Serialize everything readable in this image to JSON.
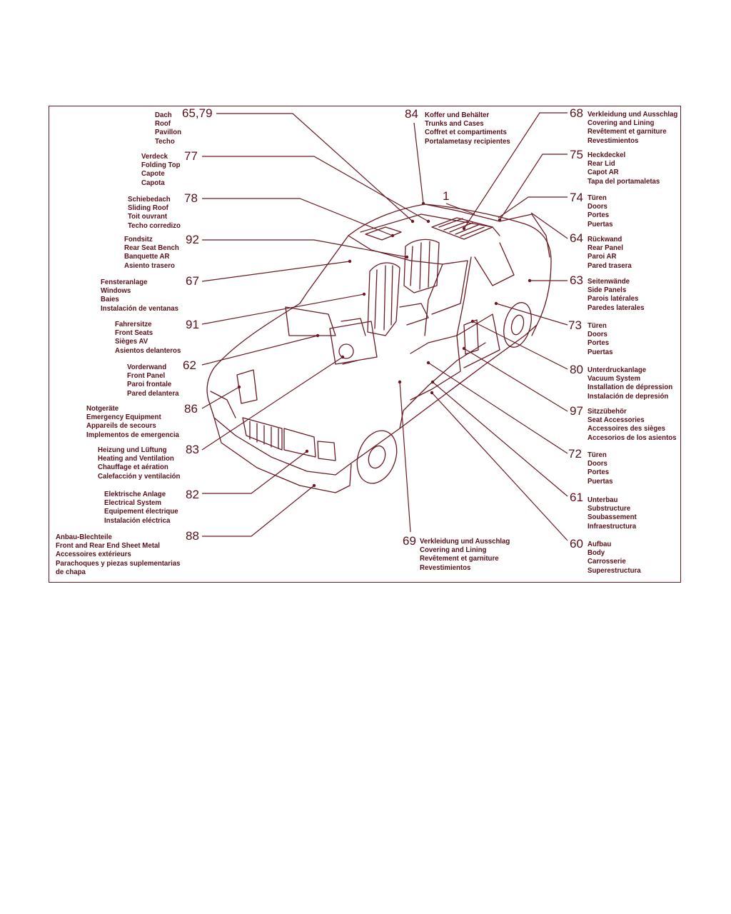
{
  "callouts": [
    {
      "id": "dach",
      "number": "65,79",
      "labels": [
        "Dach",
        "Roof",
        "Pavillon",
        "Techo"
      ]
    },
    {
      "id": "verdeck",
      "number": "77",
      "labels": [
        "Verdeck",
        "Folding Top",
        "Capote",
        "Capota"
      ]
    },
    {
      "id": "schiebedach",
      "number": "78",
      "labels": [
        "Schiebedach",
        "Sliding Roof",
        "Toit ouvrant",
        "Techo corredizo"
      ]
    },
    {
      "id": "fondsitz",
      "number": "92",
      "labels": [
        "Fondsitz",
        "Rear Seat Bench",
        "Banquette AR",
        "Asiento trasero"
      ]
    },
    {
      "id": "fensteranlage",
      "number": "67",
      "labels": [
        "Fensteranlage",
        "Windows",
        "Baies",
        "Instalación de ventanas"
      ]
    },
    {
      "id": "fahrersitze",
      "number": "91",
      "labels": [
        "Fahrersitze",
        "Front Seats",
        "Sièges AV",
        "Asientos delanteros"
      ]
    },
    {
      "id": "vorderwand",
      "number": "62",
      "labels": [
        "Vorderwand",
        "Front Panel",
        "Paroi frontale",
        "Pared delantera"
      ]
    },
    {
      "id": "notgeraete",
      "number": "86",
      "labels": [
        "Notgeräte",
        "Emergency Equipment",
        "Appareils de secours",
        "Implementos de emergencia"
      ]
    },
    {
      "id": "heizung",
      "number": "83",
      "labels": [
        "Heizung und Lüftung",
        "Heating and Ventilation",
        "Chauffage et aération",
        "Calefacción y ventilación"
      ]
    },
    {
      "id": "elektrische",
      "number": "82",
      "labels": [
        "Elektrische Anlage",
        "Electrical System",
        "Equipement électrique",
        "Instalación eléctrica"
      ]
    },
    {
      "id": "anbau",
      "number": "88",
      "labels": [
        "Anbau-Blechteile",
        "Front and Rear End Sheet Metal",
        "Accessoires extérieurs",
        "Parachoques y piezas suplementarias",
        "de chapa"
      ]
    },
    {
      "id": "koffer",
      "number": "84",
      "labels": [
        "Koffer und Behälter",
        "Trunks and Cases",
        "Coffret et compartiments",
        "Portalametasy recipientes"
      ]
    },
    {
      "id": "verkleidung68",
      "number": "68",
      "labels": [
        "Verkleidung und Ausschlag",
        "Covering and Lining",
        "Revêtement et garniture",
        "Revestimientos"
      ]
    },
    {
      "id": "heckdeckel",
      "number": "75",
      "labels": [
        "Heckdeckel",
        "Rear Lid",
        "Capot AR",
        "Tapa del portamaletas"
      ]
    },
    {
      "id": "tueren74",
      "number": "74",
      "labels": [
        "Türen",
        "Doors",
        "Portes",
        "Puertas"
      ]
    },
    {
      "id": "rueckwand",
      "number": "64",
      "labels": [
        "Rückwand",
        "Rear Panel",
        "Paroi AR",
        "Pared trasera"
      ]
    },
    {
      "id": "seitenwaende",
      "number": "63",
      "labels": [
        "Seitenwände",
        "Side Panels",
        "Parois latérales",
        "Paredes laterales"
      ]
    },
    {
      "id": "tueren73",
      "number": "73",
      "labels": [
        "Türen",
        "Doors",
        "Portes",
        "Puertas"
      ]
    },
    {
      "id": "unterdruck",
      "number": "80",
      "labels": [
        "Unterdruckanlage",
        "Vacuum System",
        "Installation de dépression",
        "Instalación de depresión"
      ]
    },
    {
      "id": "sitzzubehoer",
      "number": "97",
      "labels": [
        "Sitzzübehör",
        "Seat Accessories",
        "Accessoires des sièges",
        "Accesorios de los asientos"
      ]
    },
    {
      "id": "tueren72",
      "number": "72",
      "labels": [
        "Türen",
        "Doors",
        "Portes",
        "Puertas"
      ]
    },
    {
      "id": "unterbau",
      "number": "61",
      "labels": [
        "Unterbau",
        "Substructure",
        "Soubassement",
        "Infraestructura"
      ]
    },
    {
      "id": "aufbau",
      "number": "60",
      "labels": [
        "Aufbau",
        "Body",
        "Carrosserie",
        "Superestructura"
      ]
    },
    {
      "id": "verkleidung69",
      "number": "69",
      "labels": [
        "Verkleidung und Ausschlag",
        "Covering and Lining",
        "Revêtement et garniture",
        "Revestimientos"
      ]
    }
  ],
  "center_label": "1",
  "colors": {
    "ink": "#5a0f18",
    "line": "#6b1a22",
    "background": "#ffffff"
  }
}
